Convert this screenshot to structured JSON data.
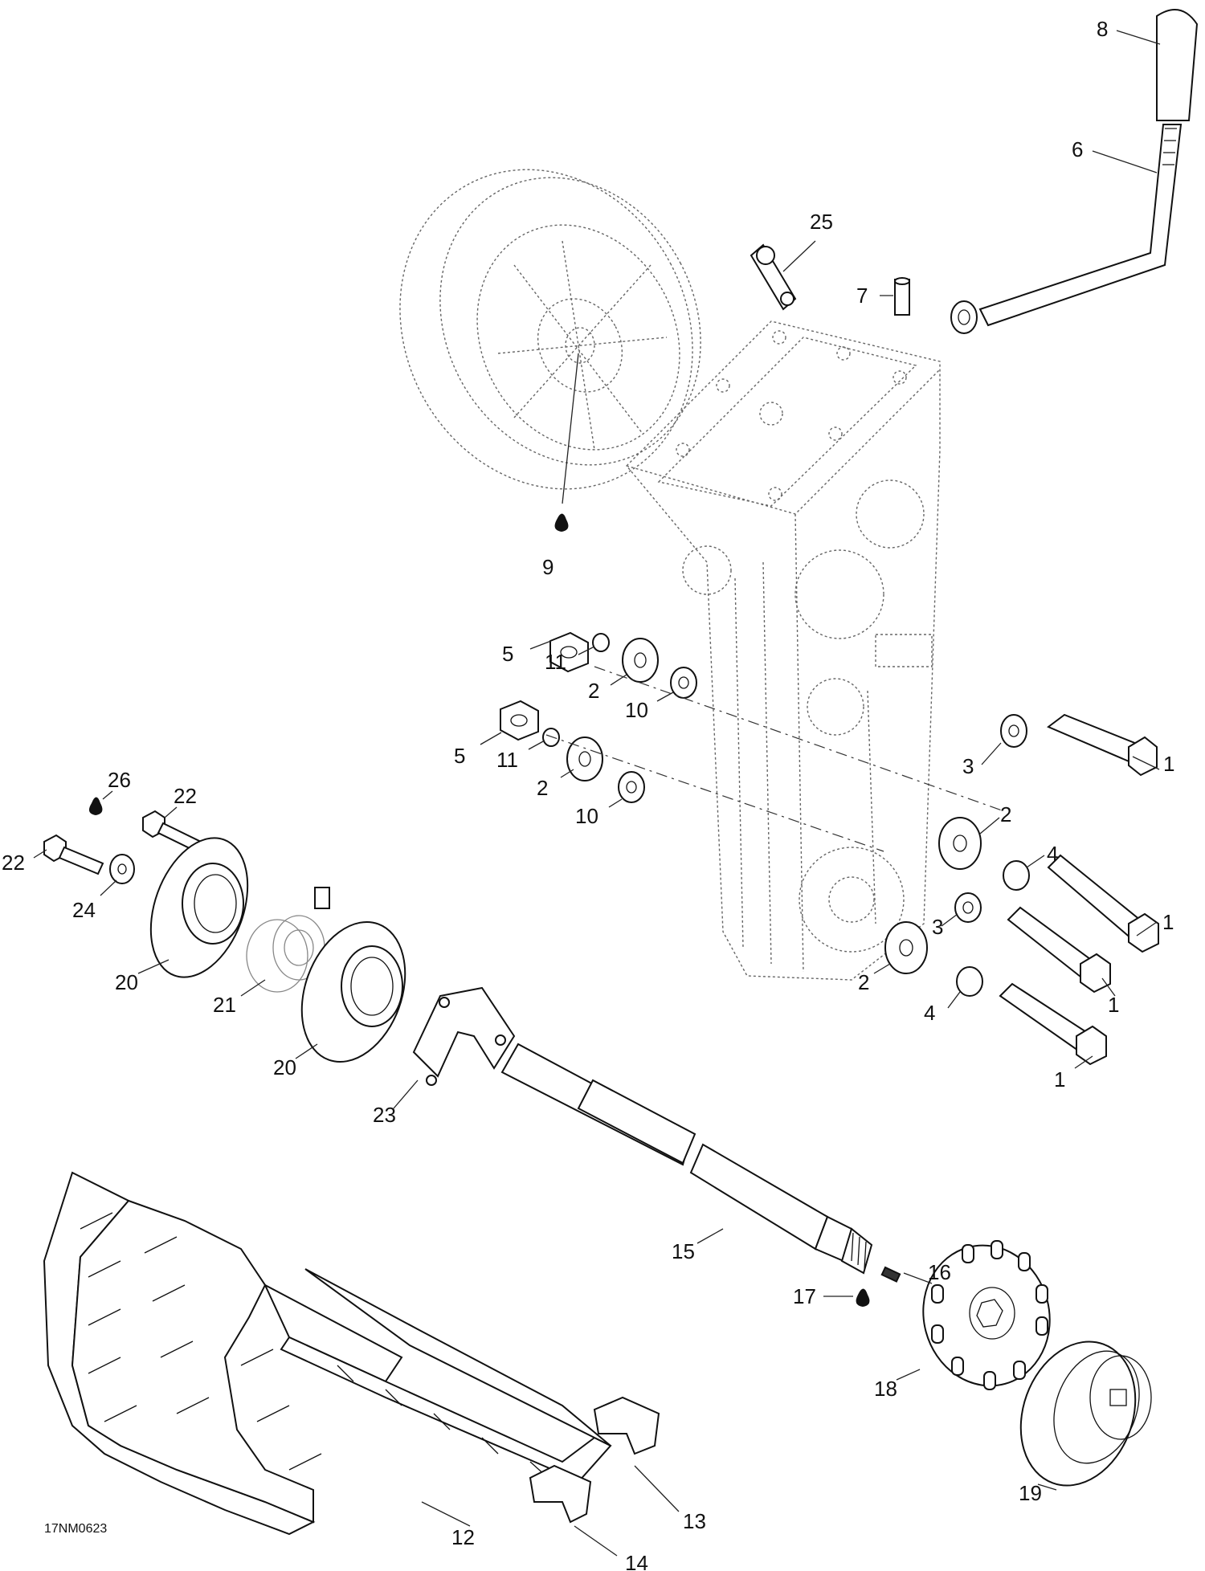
{
  "drawing_code": "17NM0623",
  "callouts": [
    {
      "label": "8"
    },
    {
      "label": "6"
    },
    {
      "label": "25"
    },
    {
      "label": "7"
    },
    {
      "label": "9"
    },
    {
      "label": "5"
    },
    {
      "label": "11"
    },
    {
      "label": "2"
    },
    {
      "label": "10"
    },
    {
      "label": "3"
    },
    {
      "label": "1"
    },
    {
      "label": "5"
    },
    {
      "label": "11"
    },
    {
      "label": "2"
    },
    {
      "label": "10"
    },
    {
      "label": "2"
    },
    {
      "label": "4"
    },
    {
      "label": "1"
    },
    {
      "label": "3"
    },
    {
      "label": "1"
    },
    {
      "label": "2"
    },
    {
      "label": "4"
    },
    {
      "label": "1"
    },
    {
      "label": "26"
    },
    {
      "label": "22"
    },
    {
      "label": "22"
    },
    {
      "label": "24"
    },
    {
      "label": "20"
    },
    {
      "label": "21"
    },
    {
      "label": "20"
    },
    {
      "label": "23"
    },
    {
      "label": "15"
    },
    {
      "label": "16"
    },
    {
      "label": "17"
    },
    {
      "label": "18"
    },
    {
      "label": "19"
    },
    {
      "label": "13"
    },
    {
      "label": "12"
    },
    {
      "label": "14"
    }
  ],
  "symbols": {
    "lubricant": "oil-drop-icon"
  }
}
